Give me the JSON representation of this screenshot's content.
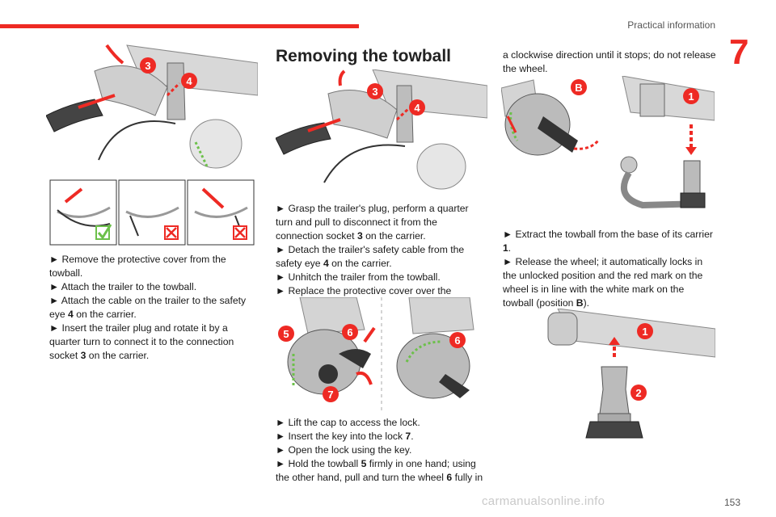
{
  "header": {
    "section_title": "Practical information",
    "chapter_number": "7",
    "page_number": "153"
  },
  "watermark": "carmanualsonline.info",
  "col1": {
    "callouts_top": [
      "3",
      "4"
    ],
    "steps": [
      {
        "text": "► Remove the protective cover from the towball."
      },
      {
        "text": "► Attach the trailer to the towball."
      },
      {
        "text": "► Attach the cable on the trailer to the safety eye ",
        "ref": "4",
        "after": " on the carrier."
      },
      {
        "text": "► Insert the trailer plug and rotate it by a quarter turn to connect it to the connection socket ",
        "ref": "3",
        "after": " on the carrier."
      }
    ]
  },
  "col2": {
    "heading": "Removing the towball",
    "callouts_top": [
      "3",
      "4"
    ],
    "steps_a": [
      {
        "text": "► Grasp the trailer's plug, perform a quarter turn and pull to disconnect it from the connection socket ",
        "ref": "3",
        "after": " on the carrier."
      },
      {
        "text": "► Detach the trailer's safety cable from the safety eye ",
        "ref": "4",
        "after": " on the carrier."
      },
      {
        "text": "► Unhitch the trailer from the towball."
      },
      {
        "text": "► Replace the protective cover over the towball."
      }
    ],
    "callouts_mid": [
      "5",
      "6",
      "7",
      "6"
    ],
    "steps_b": [
      {
        "text": "► Lift the cap to access the lock."
      },
      {
        "text": "► Insert the key into the lock ",
        "ref": "7",
        "after": "."
      },
      {
        "text": "► Open the lock using the key."
      },
      {
        "text": "► Hold the towball ",
        "ref": "5",
        "after": " firmly in one hand; using the other hand, pull and turn the wheel ",
        "ref2": "6",
        "after2": " fully in"
      }
    ]
  },
  "col3": {
    "intro": "a clockwise direction until it stops; do not release the wheel.",
    "callouts_top": [
      "B",
      "1"
    ],
    "steps": [
      {
        "text": "► Extract the towball from the base of its carrier ",
        "ref": "1",
        "after": "."
      },
      {
        "text": "► Release the wheel; it automatically locks in the unlocked position and the red mark on the wheel is in line with the white mark on the towball (position ",
        "ref": "B",
        "after": ")."
      }
    ],
    "callouts_bottom": [
      "1",
      "2"
    ]
  },
  "colors": {
    "accent": "#ee2a24",
    "gray": "#9a9a9a",
    "green": "#6cc04a"
  }
}
